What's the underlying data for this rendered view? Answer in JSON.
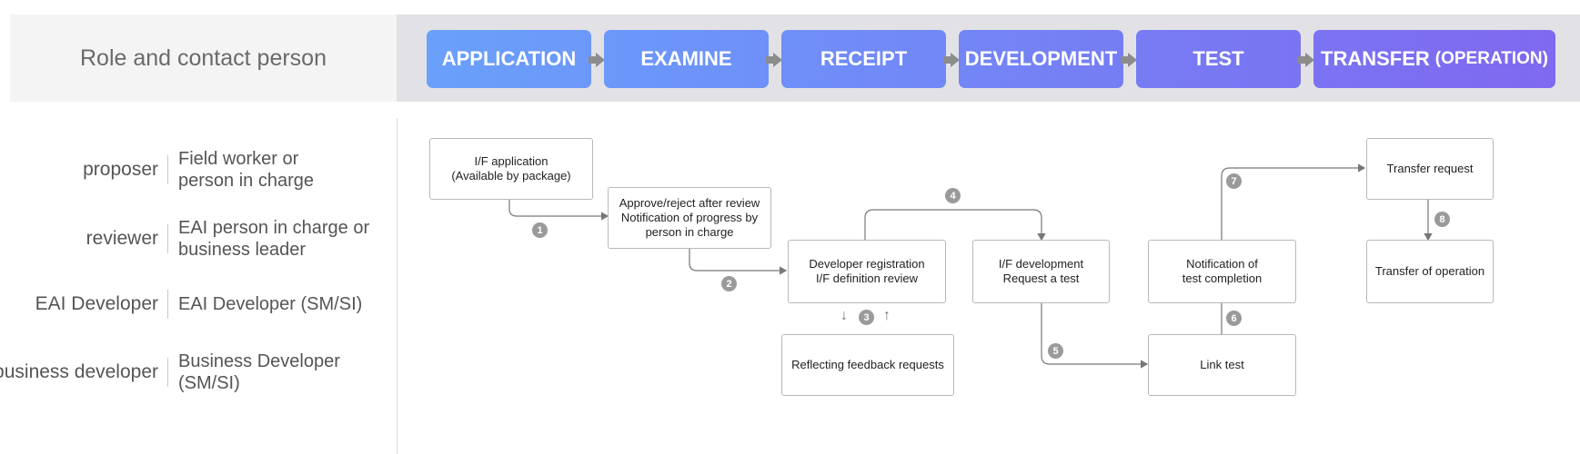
{
  "header": {
    "title": "Role and contact person"
  },
  "stages": [
    {
      "label": "APPLICATION",
      "suffix": ""
    },
    {
      "label": "EXAMINE",
      "suffix": ""
    },
    {
      "label": "RECEIPT",
      "suffix": ""
    },
    {
      "label": "DEVELOPMENT",
      "suffix": ""
    },
    {
      "label": "TEST",
      "suffix": ""
    },
    {
      "label": "TRANSFER",
      "suffix": "(OPERATION)"
    }
  ],
  "roles": [
    {
      "name": "proposer",
      "description": "Field worker or\nperson in charge"
    },
    {
      "name": "reviewer",
      "description": "EAI person in charge or\nbusiness leader"
    },
    {
      "name": "EAI Developer",
      "description": "EAI Developer (SM/SI)"
    },
    {
      "name": "business developer",
      "description": "Business Developer (SM/SI)"
    }
  ],
  "boxes": {
    "if_application": "I/F application\n(Available by package)",
    "approve_reject": "Approve/reject after review\nNotification of progress by\nperson in charge",
    "developer_registration": "Developer registration\nI/F definition review",
    "reflecting_feedback": "Reflecting feedback requests",
    "if_development": "I/F development\nRequest a test",
    "link_test": "Link test",
    "test_completion": "Notification of\ntest completion",
    "transfer_request": "Transfer request",
    "transfer_operation": "Transfer of operation"
  },
  "steps": [
    "1",
    "2",
    "3",
    "4",
    "5",
    "6",
    "7",
    "8"
  ],
  "feedback_arrows": {
    "down": "↓",
    "up": "↑"
  },
  "colors": {
    "stage_gradient": [
      "#6b9cfb",
      "#6f8ff8",
      "#7385f6",
      "#777cf4",
      "#7b73f2",
      "#7f69f0"
    ],
    "badge": "#9a9a9a",
    "connector": "#777777"
  }
}
